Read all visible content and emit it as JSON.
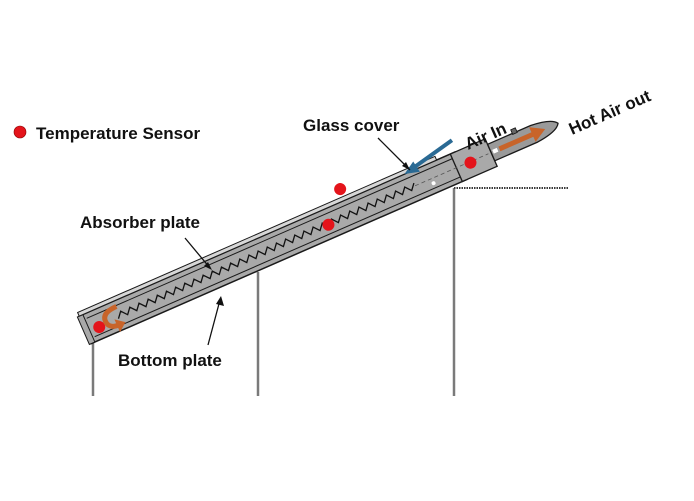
{
  "title": "Solar air heater diagram",
  "legend": {
    "icon": "red-dot",
    "label": "Temperature Sensor",
    "color": "#e4141b"
  },
  "labels": {
    "glass_cover": "Glass cover",
    "air_in": "Air In",
    "hot_air_out": "Hot Air out",
    "absorber_plate": "Absorber plate",
    "bottom_plate": "Bottom plate"
  },
  "colors": {
    "body_fill": "#a9a9a9",
    "body_stroke": "#1a1a1a",
    "leg": "#7a7a7a",
    "air_in_arrow": "#2a6a94",
    "hot_air_arrow": "#c8642a",
    "sensor": "#e4141b"
  },
  "sensors": [
    {
      "name": "inlet-sensor"
    },
    {
      "name": "absorber-mid-sensor"
    },
    {
      "name": "glass-sensor"
    },
    {
      "name": "outlet-sensor"
    }
  ]
}
